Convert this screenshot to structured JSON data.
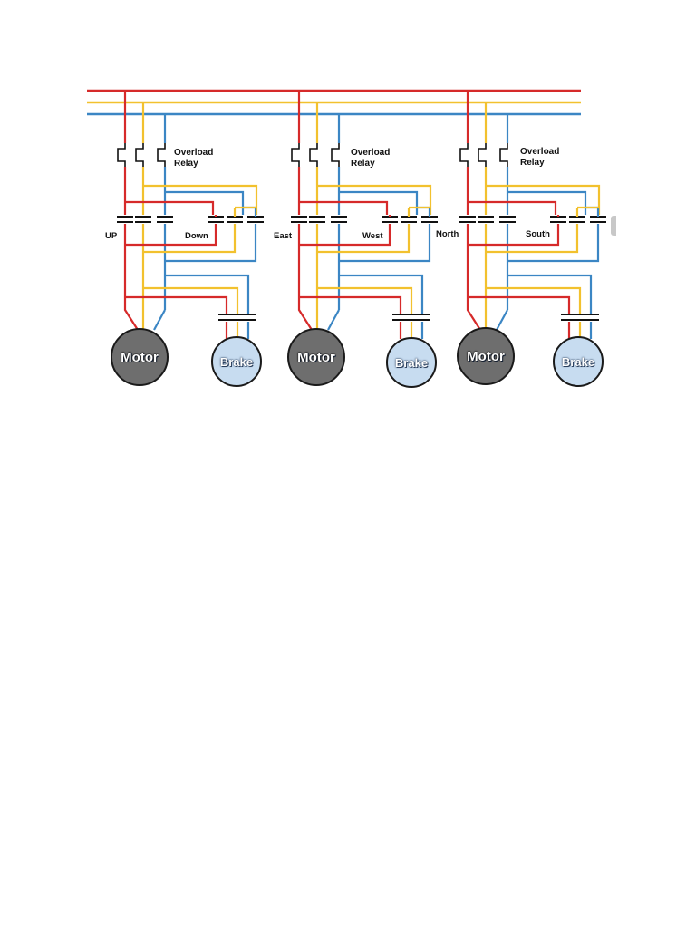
{
  "colors": {
    "line_red": "#d62a2a",
    "line_yellow": "#f2c12e",
    "line_blue": "#3b86c4",
    "motor_fill": "#6e6e6e",
    "brake_fill": "#c7dcf0"
  },
  "circuits": [
    {
      "relay_label_1": "Overload",
      "relay_label_2": "Relay",
      "left_contact": "UP",
      "right_contact": "Down",
      "motor": "Motor",
      "brake": "Brake"
    },
    {
      "relay_label_1": "Overload",
      "relay_label_2": "Relay",
      "left_contact": "East",
      "right_contact": "West",
      "motor": "Motor",
      "brake": "Brake"
    },
    {
      "relay_label_1": "Overload",
      "relay_label_2": "Relay",
      "left_contact": "North",
      "right_contact": "South",
      "motor": "Motor",
      "brake": "Brake"
    }
  ]
}
